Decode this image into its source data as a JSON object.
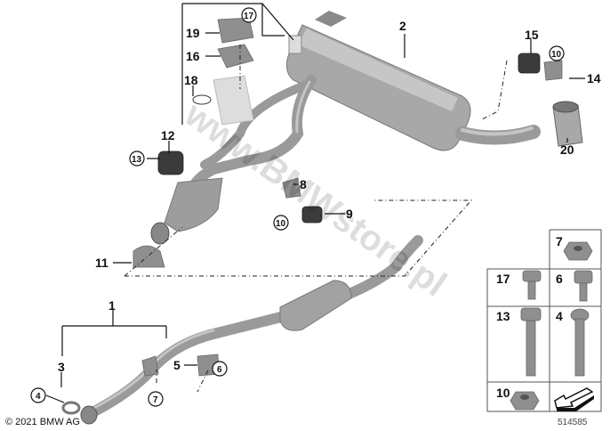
{
  "diagram": {
    "part_labels": {
      "p1": "1",
      "p2": "2",
      "p3": "3",
      "p4": "4",
      "p5": "5",
      "p6": "6",
      "p7": "7",
      "p8": "8",
      "p9": "9",
      "p10a": "10",
      "p10b": "10",
      "p11": "11",
      "p12": "12",
      "p13": "13",
      "p14": "14",
      "p15": "15",
      "p16": "16",
      "p17": "17",
      "p18": "18",
      "p19": "19",
      "p20": "20"
    },
    "hardware_grid": {
      "cells": [
        "7",
        "17",
        "6",
        "13",
        "4",
        "10"
      ]
    },
    "copyright": "© 2021 BMW AG",
    "diagram_number": "514585",
    "watermark": "www.BMWstore.pl"
  }
}
